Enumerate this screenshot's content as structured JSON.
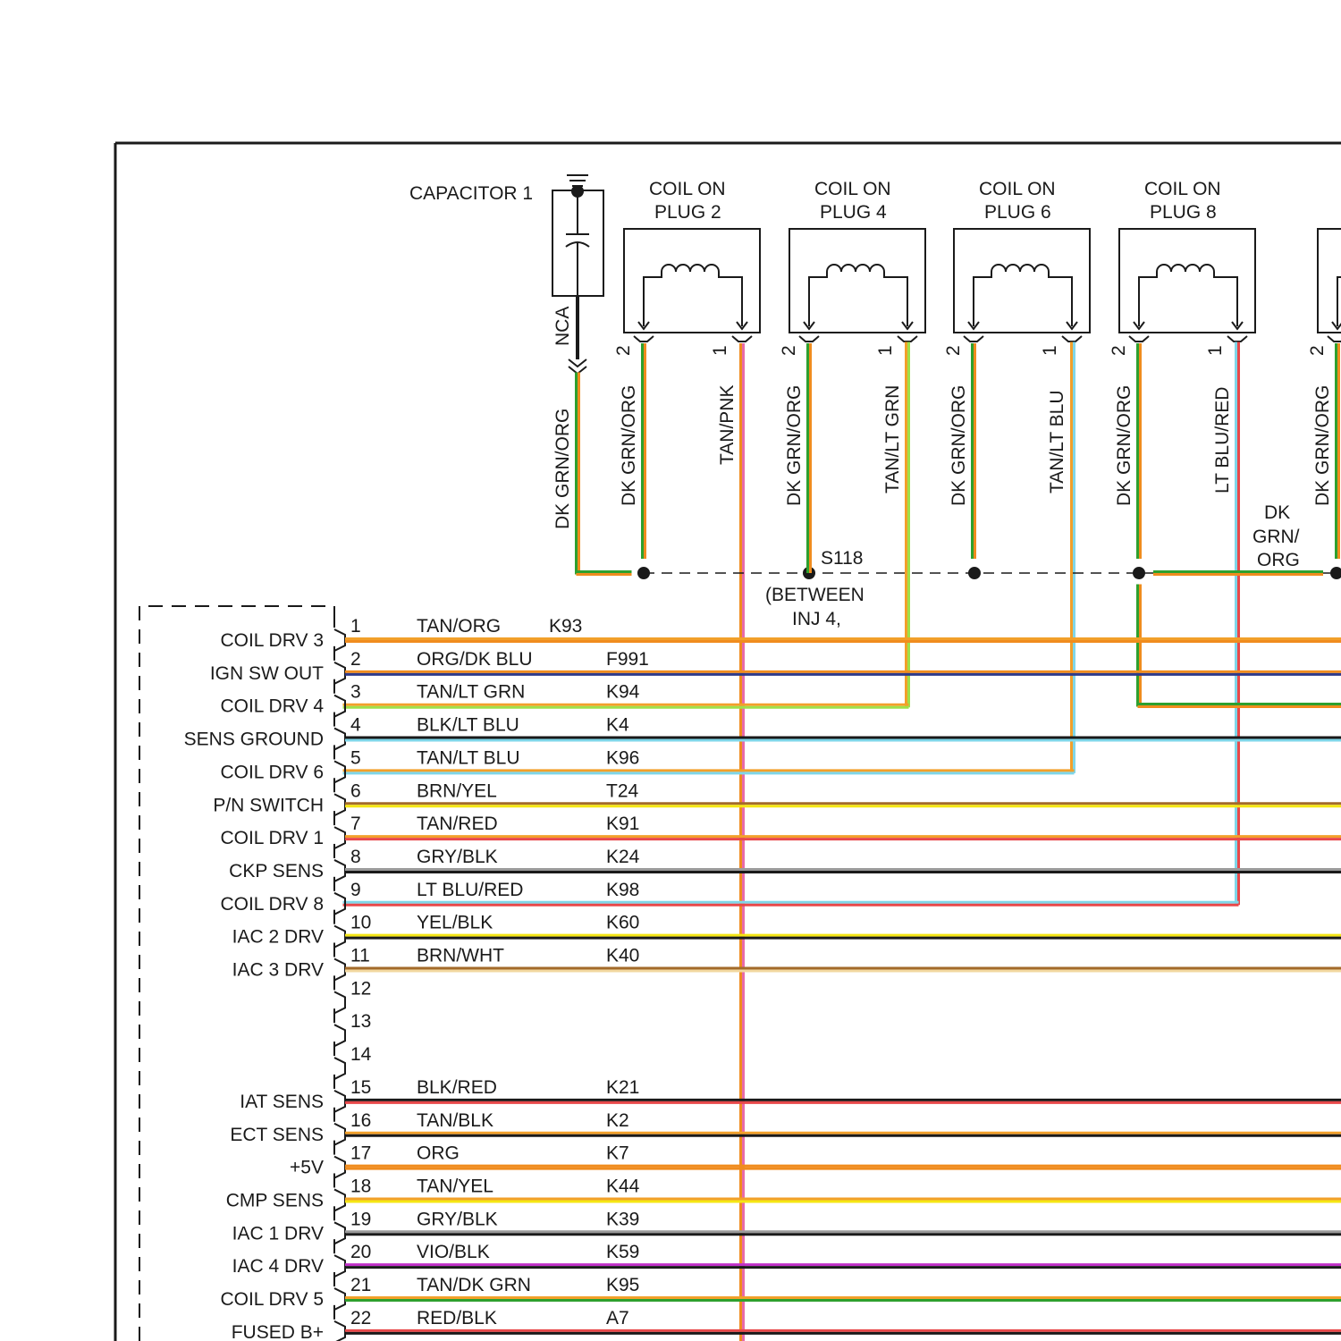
{
  "capacitor": {
    "title": "CAPACITOR 1",
    "nca_label": "NCA",
    "wire_label": "DK GRN/ORG",
    "wire_colors": [
      "#2ea02e",
      "#f08c1e"
    ]
  },
  "coils": [
    {
      "title_line1": "COIL ON",
      "title_line2": "PLUG 2",
      "pin2": "2",
      "pin1": "1",
      "wire2_label": "DK GRN/ORG",
      "wire1_label": "TAN/PNK",
      "wire2_colors": [
        "#2ea02e",
        "#f08c1e"
      ],
      "wire1_colors": [
        "#f08c1e",
        "#e86aa8"
      ]
    },
    {
      "title_line1": "COIL ON",
      "title_line2": "PLUG 4",
      "pin2": "2",
      "pin1": "1",
      "wire2_label": "DK GRN/ORG",
      "wire1_label": "TAN/LT GRN",
      "wire2_colors": [
        "#2ea02e",
        "#f08c1e"
      ],
      "wire1_colors": [
        "#f2a02a",
        "#9ee04a"
      ]
    },
    {
      "title_line1": "COIL ON",
      "title_line2": "PLUG 6",
      "pin2": "2",
      "pin1": "1",
      "wire2_label": "DK GRN/ORG",
      "wire1_label": "TAN/LT BLU",
      "wire2_colors": [
        "#2ea02e",
        "#f08c1e"
      ],
      "wire1_colors": [
        "#f2a02a",
        "#7fd6e8"
      ]
    },
    {
      "title_line1": "COIL ON",
      "title_line2": "PLUG 8",
      "pin2": "2",
      "pin1": "1",
      "wire2_label": "DK GRN/ORG",
      "wire1_label": "LT BLU/RED",
      "wire2_colors": [
        "#2ea02e",
        "#f08c1e"
      ],
      "wire1_colors": [
        "#7fd6e8",
        "#e8484a"
      ]
    },
    {
      "title_line1": "",
      "title_line2": "",
      "pin2": "2",
      "pin1": "",
      "wire2_label": "DK GRN/ORG",
      "wire1_label": "",
      "wire2_colors": [
        "#2ea02e",
        "#f08c1e"
      ],
      "wire1_colors": []
    }
  ],
  "splice": {
    "name": "S118",
    "note_line1": "(BETWEEN",
    "note_line2": "INJ 4,",
    "right_label_line1": "DK",
    "right_label_line2": "GRN/",
    "right_label_line3": "ORG"
  },
  "connector_rows": [
    {
      "pin": "1",
      "function": "COIL DRV 3",
      "color_name": "TAN/ORG",
      "circuit": "K93",
      "colors": [
        "#f2a02a",
        "#f08c1e"
      ]
    },
    {
      "pin": "2",
      "function": "IGN SW OUT",
      "color_name": "ORG/DK BLU",
      "circuit": "F991",
      "colors": [
        "#f08c1e",
        "#2e3a8a"
      ]
    },
    {
      "pin": "3",
      "function": "COIL DRV 4",
      "color_name": "TAN/LT GRN",
      "circuit": "K94",
      "colors": [
        "#f2a02a",
        "#9ee04a"
      ]
    },
    {
      "pin": "4",
      "function": "SENS GROUND",
      "color_name": "BLK/LT BLU",
      "circuit": "K4",
      "colors": [
        "#1a1a1a",
        "#7fd6e8"
      ]
    },
    {
      "pin": "5",
      "function": "COIL DRV 6",
      "color_name": "TAN/LT BLU",
      "circuit": "K96",
      "colors": [
        "#f2a02a",
        "#7fd6e8"
      ]
    },
    {
      "pin": "6",
      "function": "P/N SWITCH",
      "color_name": "BRN/YEL",
      "circuit": "T24",
      "colors": [
        "#a36a2a",
        "#f5e614"
      ]
    },
    {
      "pin": "7",
      "function": "COIL DRV 1",
      "color_name": "TAN/RED",
      "circuit": "K91",
      "colors": [
        "#f2a02a",
        "#e8484a"
      ]
    },
    {
      "pin": "8",
      "function": "CKP SENS",
      "color_name": "GRY/BLK",
      "circuit": "K24",
      "colors": [
        "#9a9a9a",
        "#1a1a1a"
      ]
    },
    {
      "pin": "9",
      "function": "COIL DRV 8",
      "color_name": "LT BLU/RED",
      "circuit": "K98",
      "colors": [
        "#7fd6e8",
        "#e8484a"
      ]
    },
    {
      "pin": "10",
      "function": "IAC 2 DRV",
      "color_name": "YEL/BLK",
      "circuit": "K60",
      "colors": [
        "#f5e614",
        "#1a1a1a"
      ]
    },
    {
      "pin": "11",
      "function": "IAC 3 DRV",
      "color_name": "BRN/WHT",
      "circuit": "K40",
      "colors": [
        "#a36a2a",
        "#f2d8a0"
      ]
    },
    {
      "pin": "12",
      "function": "",
      "color_name": "",
      "circuit": "",
      "colors": []
    },
    {
      "pin": "13",
      "function": "",
      "color_name": "",
      "circuit": "",
      "colors": []
    },
    {
      "pin": "14",
      "function": "",
      "color_name": "",
      "circuit": "",
      "colors": []
    },
    {
      "pin": "15",
      "function": "IAT SENS",
      "color_name": "BLK/RED",
      "circuit": "K21",
      "colors": [
        "#1a1a1a",
        "#e8484a"
      ]
    },
    {
      "pin": "16",
      "function": "ECT SENS",
      "color_name": "TAN/BLK",
      "circuit": "K2",
      "colors": [
        "#f2a02a",
        "#1a1a1a"
      ]
    },
    {
      "pin": "17",
      "function": "+5V",
      "color_name": "ORG",
      "circuit": "K7",
      "colors": [
        "#f08c1e",
        "#f08c1e"
      ]
    },
    {
      "pin": "18",
      "function": "CMP SENS",
      "color_name": "TAN/YEL",
      "circuit": "K44",
      "colors": [
        "#f2a02a",
        "#f5e614"
      ]
    },
    {
      "pin": "19",
      "function": "IAC 1 DRV",
      "color_name": "GRY/BLK",
      "circuit": "K39",
      "colors": [
        "#9a9a9a",
        "#1a1a1a"
      ]
    },
    {
      "pin": "20",
      "function": "IAC 4 DRV",
      "color_name": "VIO/BLK",
      "circuit": "K59",
      "colors": [
        "#c030c8",
        "#1a1a1a"
      ]
    },
    {
      "pin": "21",
      "function": "COIL DRV 5",
      "color_name": "TAN/DK GRN",
      "circuit": "K95",
      "colors": [
        "#f2a02a",
        "#2ea02e"
      ]
    },
    {
      "pin": "22",
      "function": "FUSED B+",
      "color_name": "RED/BLK",
      "circuit": "A7",
      "colors": [
        "#e8484a",
        "#1a1a1a"
      ]
    }
  ]
}
